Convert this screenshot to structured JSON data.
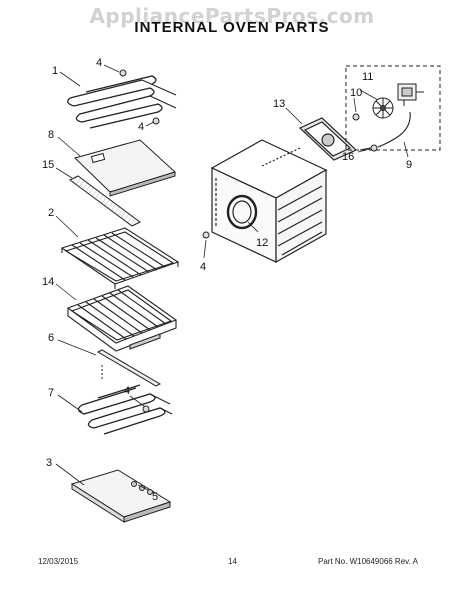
{
  "watermark": "AppliancePartsPros.com",
  "title": "INTERNAL OVEN PARTS",
  "callouts": [
    "1",
    "4",
    "4",
    "8",
    "15",
    "2",
    "14",
    "6",
    "7",
    "4",
    "3",
    "5",
    "13",
    "11",
    "10",
    "16",
    "9",
    "12",
    "4"
  ],
  "footer": {
    "date": "12/03/2015",
    "page": "14",
    "part_no": "Part No. W10649066  Rev. A"
  }
}
